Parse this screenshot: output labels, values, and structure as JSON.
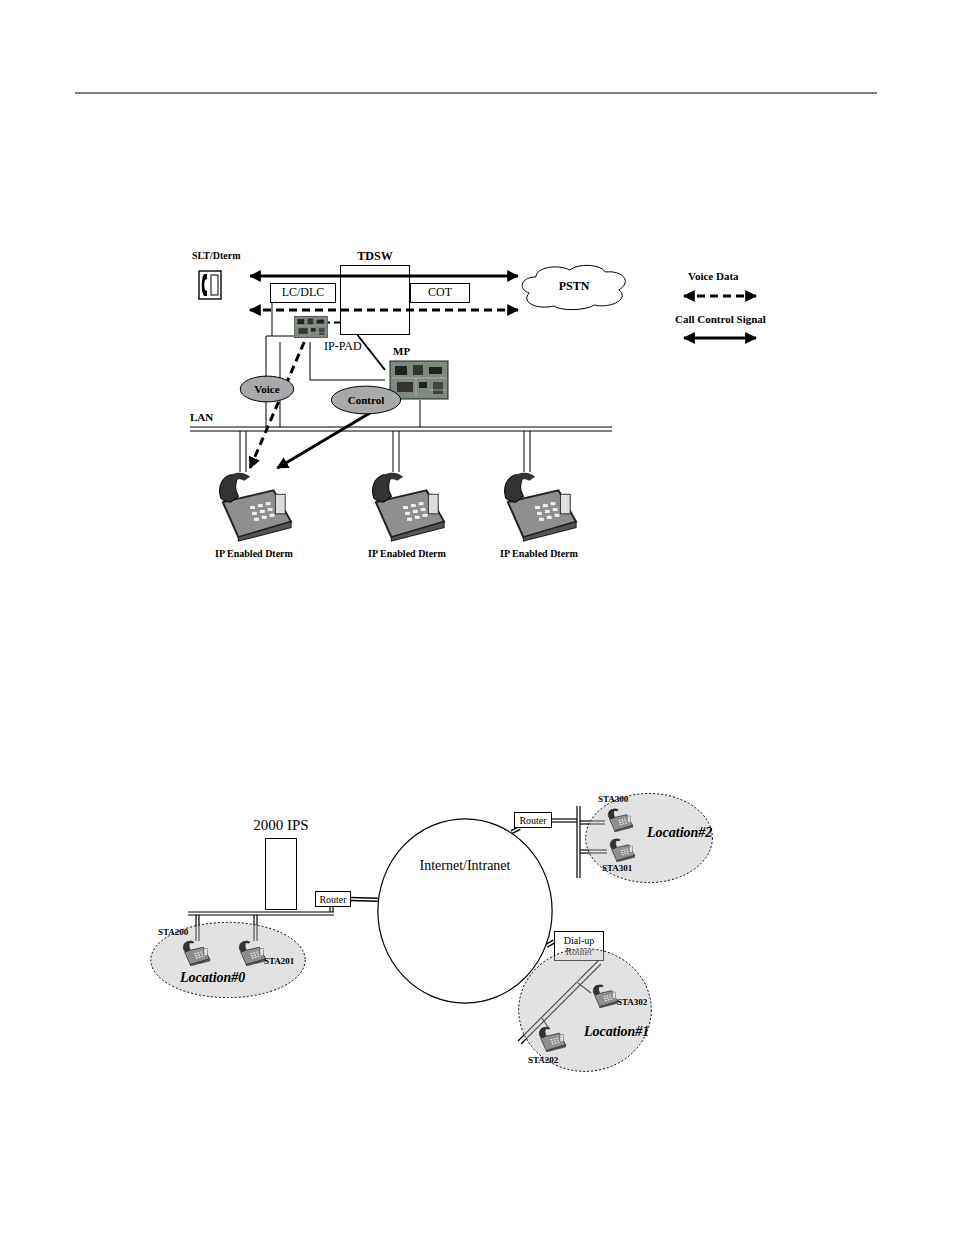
{
  "diagram": {
    "nodes": [
      {
        "text": [
          "SLT/Dterm"
        ]
      },
      {
        "text": [
          "TDSW"
        ]
      },
      {
        "text": [
          "LC/DLC"
        ]
      },
      {
        "text": [
          "COT"
        ]
      },
      {
        "text": [
          "PSTN"
        ]
      },
      {
        "text": [
          "IP-PAD"
        ]
      },
      {
        "text": [
          "MP"
        ]
      },
      {
        "text": [
          "Voice"
        ]
      },
      {
        "text": [
          "Control"
        ]
      },
      {
        "text": [
          "IP Enabled Dterm"
        ]
      },
      {
        "text": [
          "IP Enabled Dterm"
        ]
      },
      {
        "text": [
          "IP Enabled Dterm"
        ]
      },
      {
        "text": [
          "2000 IPS"
        ]
      },
      {
        "text": [
          "Router"
        ]
      },
      {
        "text": [
          "Internet/Intranet"
        ]
      },
      {
        "text": [
          "Router"
        ]
      },
      {
        "text": [
          "Location#2"
        ]
      },
      {
        "text": [
          "STA300"
        ],
        "in": 16
      },
      {
        "text": [
          "STA301"
        ],
        "in": 16
      },
      {
        "text": [
          "Location#0"
        ]
      },
      {
        "text": [
          "STA200"
        ],
        "in": 19
      },
      {
        "text": [
          "STA201"
        ],
        "in": 19
      },
      {
        "text": [
          "Dial-up Router"
        ]
      },
      {
        "text": [
          "Location#1"
        ]
      },
      {
        "text": [
          "STA302"
        ],
        "in": 23
      },
      {
        "text": [
          "STA202"
        ],
        "in": 23
      }
    ],
    "edges": [
      {
        "from": 0,
        "to": 4,
        "arrow": "both"
      },
      {
        "from": 0,
        "to": 4,
        "arrow": "both"
      },
      {
        "from": 1,
        "to": 5,
        "arrow": "none"
      },
      {
        "from": 5,
        "to": 9,
        "arrow": "to"
      },
      {
        "from": 1,
        "to": 6,
        "arrow": "none"
      },
      {
        "from": 6,
        "to": 9,
        "arrow": "to"
      },
      {
        "from": 13,
        "to": 14,
        "arrow": "none"
      },
      {
        "from": 15,
        "to": 14,
        "arrow": "none"
      },
      {
        "from": 22,
        "to": 14,
        "arrow": "none"
      }
    ],
    "labels": [
      "LAN"
    ],
    "legend": [
      {
        "text": "Voice Data"
      },
      {
        "text": "Call Control Signal"
      }
    ]
  }
}
